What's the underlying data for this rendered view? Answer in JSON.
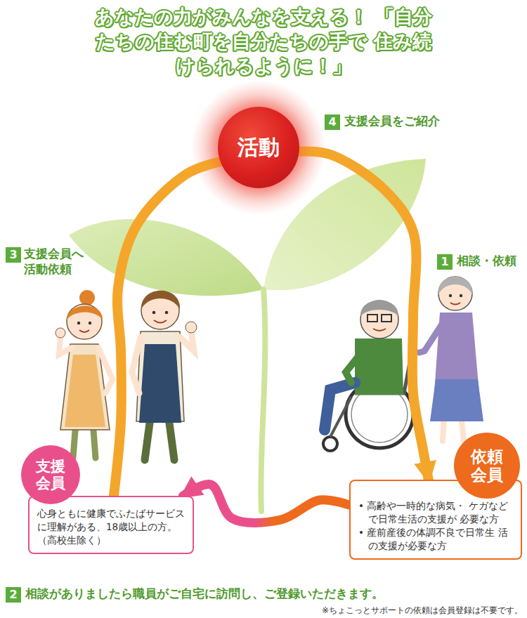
{
  "diagram": {
    "title": "あなたの力がみんなを支える！ 「自分たちの住む町を自分たちの手で 住み続けられるように！」",
    "nodes": [
      {
        "text": [
          "活動"
        ]
      },
      {
        "text": [
          "支援 会員",
          "心身ともに健康でふたばサービス に理解がある、18歳以上の方。 （高校生除く）"
        ]
      },
      {
        "text": [
          "依頼 会員",
          "• 高齢や一時的な病気・ ケガなどで日常生活の支援が 必要な方",
          "• 産前産後の体調不良で日常生 活の支援が必要な方"
        ]
      }
    ],
    "edges": [
      {
        "from": 1,
        "to": 0,
        "arrow": "none"
      },
      {
        "from": 0,
        "to": 2,
        "arrow": "to"
      },
      {
        "from": 2,
        "to": 1,
        "arrow": "to"
      }
    ],
    "labels": [
      "3",
      "支援会員へ 活動依頼",
      "4",
      "支援会員をご紹介",
      "1",
      "相談・依頼",
      "2",
      "相談がありましたら職員がご自宅に訪問し、ご登録いただきます。",
      "※ちょこっとサポートの依頼は会員登録は不要です。"
    ]
  }
}
